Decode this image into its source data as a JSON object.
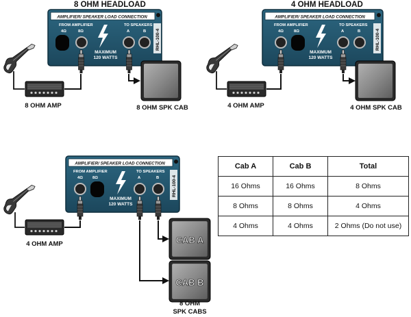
{
  "panels": [
    {
      "heading": "8 OHM HEADLOAD",
      "header_text": "AMPLIFIER/ SPEAKER LOAD CONNECTION",
      "from_label": "FROM AMPLIFIER",
      "ohm4": "4Ω",
      "ohm8": "8Ω",
      "to_label": "TO SPEAKERS",
      "jack_a": "A",
      "jack_b": "B",
      "max_line1": "MAXIMUM",
      "max_line2": "120 WATTS",
      "model": "RHL-100-4",
      "amp_caption": "8 OHM AMP",
      "cab_caption": "8 OHM SPK CAB"
    },
    {
      "heading": "4 OHM HEADLOAD",
      "header_text": "AMPLIFIER/ SPEAKER LOAD CONNECTION",
      "from_label": "FROM AMPLIFIER",
      "ohm4": "4Ω",
      "ohm8": "8Ω",
      "to_label": "TO SPEAKERS",
      "jack_a": "A",
      "jack_b": "B",
      "max_line1": "MAXIMUM",
      "max_line2": "120 WATTS",
      "model": "RHL-100-4",
      "amp_caption": "4 OHM AMP",
      "cab_caption": "4 OHM SPK CAB"
    },
    {
      "header_text": "AMPLIFIER/ SPEAKER LOAD CONNECTION",
      "from_label": "FROM AMPLIFIER",
      "ohm4": "4Ω",
      "ohm8": "8Ω",
      "to_label": "TO SPEAKERS",
      "jack_a": "A",
      "jack_b": "B",
      "max_line1": "MAXIMUM",
      "max_line2": "120 WATTS",
      "model": "RHL-100-4",
      "amp_caption": "4 OHM AMP",
      "cab_a": "CAB A",
      "cab_b": "CAB B",
      "cabs_caption_line1": "8 OHM",
      "cabs_caption_line2": "SPK CABS"
    }
  ],
  "table": {
    "headers": [
      "Cab A",
      "Cab B",
      "Total"
    ],
    "rows": [
      [
        "16 Ohms",
        "16 Ohms",
        "8 Ohms"
      ],
      [
        "8 Ohms",
        "8 Ohms",
        "4 Ohms"
      ],
      [
        "4 Ohms",
        "4 Ohms",
        "2 Ohms (Do not use)"
      ]
    ]
  },
  "colors": {
    "panel": "#24566e",
    "panel_dark": "#0f2e3d",
    "cable": "#111111",
    "cab_face": "#8c8c8c",
    "amp_body": "#2a2a2a"
  },
  "icons": [
    "guitar-icon",
    "amp-head-icon",
    "speaker-cab-icon",
    "lightning-bolt-icon",
    "jack-plug-icon",
    "speaker-hole-icon"
  ]
}
